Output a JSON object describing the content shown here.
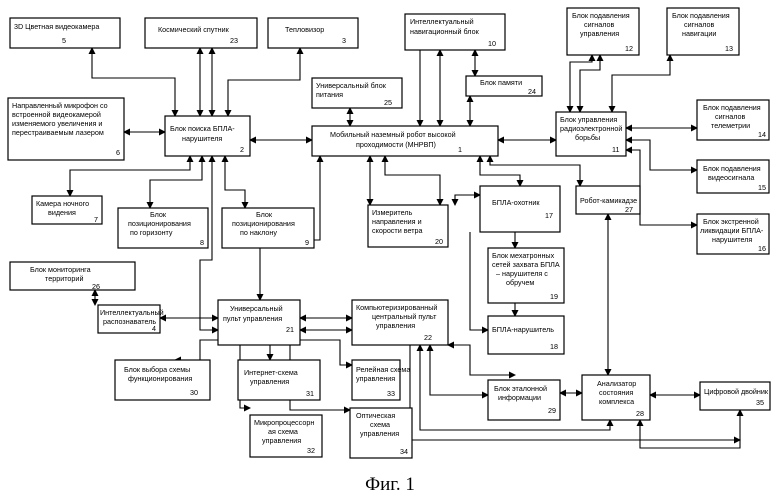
{
  "caption": "Фиг. 1",
  "blocks": [
    {
      "id": "b5",
      "num": "5",
      "lines": [
        "3D Цветная видеокамера"
      ]
    },
    {
      "id": "b23",
      "num": "23",
      "lines": [
        "Космический спутник"
      ]
    },
    {
      "id": "b3",
      "num": "3",
      "lines": [
        "Тепловизор"
      ]
    },
    {
      "id": "b10",
      "num": "10",
      "lines": [
        "Интеллектуальный",
        "навигационный блок"
      ]
    },
    {
      "id": "b12",
      "num": "12",
      "lines": [
        "Блок подавления",
        "сигналов",
        "управления"
      ]
    },
    {
      "id": "b13",
      "num": "13",
      "lines": [
        "Блок подавления",
        "сигналов",
        "навигации"
      ]
    },
    {
      "id": "b24",
      "num": "24",
      "lines": [
        "Блок памяти"
      ]
    },
    {
      "id": "b25",
      "num": "25",
      "lines": [
        "Универсальный блок",
        "питания"
      ]
    },
    {
      "id": "b6",
      "num": "6",
      "lines": [
        "Направленный микрофон со",
        "встроенной видеокамерой",
        "изменяемого увеличения и",
        "перестраиваемым лазером"
      ]
    },
    {
      "id": "b2",
      "num": "2",
      "lines": [
        "Блок поиска БПЛА-",
        "нарушителя"
      ]
    },
    {
      "id": "b1",
      "num": "1",
      "lines": [
        "Мобильный наземный робот высокой",
        "проходимости (МНРВП)"
      ]
    },
    {
      "id": "b11",
      "num": "11",
      "lines": [
        "Блок управления",
        "радиоэлектронной",
        "борьбы"
      ]
    },
    {
      "id": "b14",
      "num": "14",
      "lines": [
        "Блок подавления",
        "сигналов",
        "телеметрии"
      ]
    },
    {
      "id": "b15",
      "num": "15",
      "lines": [
        "Блок подавления",
        "видеосигнала"
      ]
    },
    {
      "id": "b7",
      "num": "7",
      "lines": [
        "Камера ночного",
        "видения"
      ]
    },
    {
      "id": "b8",
      "num": "8",
      "lines": [
        "Блок",
        "позиционирования",
        "по горизонту"
      ]
    },
    {
      "id": "b9",
      "num": "9",
      "lines": [
        "Блок",
        "позиционирования",
        "по наклону"
      ]
    },
    {
      "id": "b20",
      "num": "20",
      "lines": [
        "Измеритель",
        "направления и",
        "скорости ветра"
      ]
    },
    {
      "id": "b17",
      "num": "17",
      "lines": [
        "БПЛА-охотник"
      ]
    },
    {
      "id": "b27",
      "num": "27",
      "lines": [
        "Робот-камикадзе"
      ]
    },
    {
      "id": "b16",
      "num": "16",
      "lines": [
        "Блок экстренной",
        "ликвидации БПЛА-",
        "нарушителя"
      ]
    },
    {
      "id": "b19",
      "num": "19",
      "lines": [
        "Блок мехатронных",
        "сетей захвата БПЛА",
        "– нарушителя с",
        "обручем"
      ]
    },
    {
      "id": "b26",
      "num": "26",
      "lines": [
        "Блок мониторинга",
        "территорий"
      ]
    },
    {
      "id": "b4",
      "num": "4",
      "lines": [
        "Интеллектуальный",
        "распознаватель"
      ]
    },
    {
      "id": "b21",
      "num": "21",
      "lines": [
        "Универсальный",
        "пульт управления"
      ]
    },
    {
      "id": "b22",
      "num": "22",
      "lines": [
        "Компьютеризированный",
        "центральный пульт",
        "управления"
      ]
    },
    {
      "id": "b18",
      "num": "18",
      "lines": [
        "БПЛА-нарушитель"
      ]
    },
    {
      "id": "b30",
      "num": "30",
      "lines": [
        "Блок выбора схемы",
        "функционирования"
      ]
    },
    {
      "id": "b31",
      "num": "31",
      "lines": [
        "Интернет-схема",
        "управления"
      ]
    },
    {
      "id": "b33",
      "num": "33",
      "lines": [
        "Релейная схема",
        "управления"
      ]
    },
    {
      "id": "b29",
      "num": "29",
      "lines": [
        "Блок эталонной",
        "информации"
      ]
    },
    {
      "id": "b28",
      "num": "28",
      "lines": [
        "Анализатор",
        "состояния",
        "комплекса"
      ]
    },
    {
      "id": "b35",
      "num": "35",
      "lines": [
        "Цифровой двойник"
      ]
    },
    {
      "id": "b32",
      "num": "32",
      "lines": [
        "Микропроцессорн",
        "ая схема",
        "управления"
      ]
    },
    {
      "id": "b34",
      "num": "34",
      "lines": [
        "Оптическая",
        "схема",
        "управления"
      ]
    }
  ]
}
